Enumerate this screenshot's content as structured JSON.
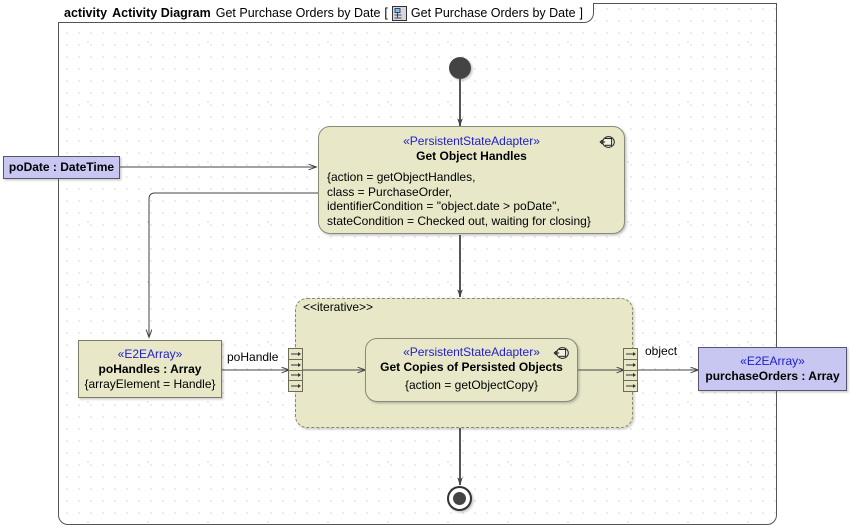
{
  "frame": {
    "keyword": "activity",
    "diagram_type": "Activity Diagram",
    "name": "Get Purchase Orders by Date",
    "bracket_open": "[",
    "tab_icon": "activity-diagram-icon",
    "tab_name": "Get Purchase Orders by Date",
    "bracket_close": "]"
  },
  "nodes": {
    "initial": {
      "name": "initial-node",
      "label": ""
    },
    "final": {
      "name": "activity-final-node",
      "label": ""
    },
    "get_object_handles": {
      "stereotype": "«PersistentStateAdapter»",
      "name": "Get Object Handles",
      "properties": [
        "{action = getObjectHandles,",
        "class = PurchaseOrder,",
        "identifierCondition = \"object.date > poDate\",",
        "stateCondition = Checked out, waiting for closing}"
      ],
      "icon": "persistent-state-adapter-icon"
    },
    "get_copies": {
      "stereotype": "«PersistentStateAdapter»",
      "name": "Get Copies of Persisted Objects",
      "properties": [
        "{action = getObjectCopy}"
      ],
      "icon": "persistent-state-adapter-icon"
    },
    "po_date": {
      "name": "poDate : DateTime"
    },
    "po_handles": {
      "stereotype": "«E2EArray»",
      "name": "poHandles : Array",
      "properties": [
        "{arrayElement = Handle}"
      ]
    },
    "purchase_orders": {
      "stereotype": "«E2EArray»",
      "name": "purchaseOrders : Array"
    }
  },
  "region": {
    "stereotype": "<<iterative>>"
  },
  "edges": {
    "po_handle_label": "poHandle",
    "object_label": "object"
  },
  "colors": {
    "action_fill": "#e8e8c9",
    "object_lavender": "#c7c7f2",
    "stereotype_text": "#2020cc",
    "edge": "#555555",
    "grid_dot": "#b9b9b9"
  }
}
